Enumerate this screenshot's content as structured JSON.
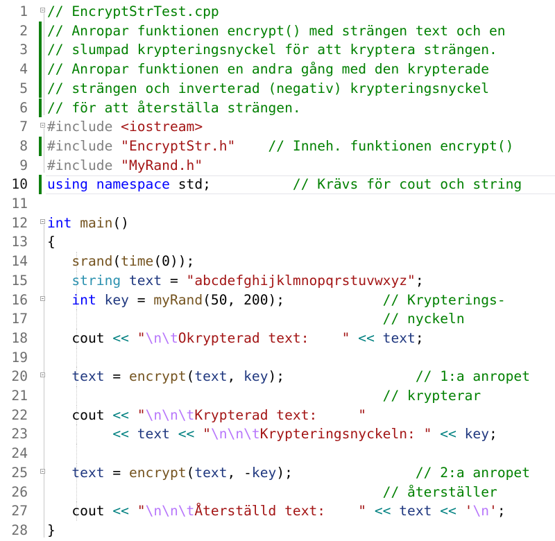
{
  "editor": {
    "filename": "EncryptStrTest.cpp",
    "current_line": 10,
    "colors": {
      "comment": "#008000",
      "keyword": "#0000ff",
      "type": "#2b91af",
      "function": "#74531f",
      "variable": "#1f377f",
      "string": "#a31515",
      "escape": "#b776fb",
      "operator": "#008080",
      "changebar": "#108010"
    },
    "lines": [
      {
        "n": "1",
        "tokens": [
          {
            "t": "// EncryptStrTest.cpp",
            "c": "comment"
          }
        ]
      },
      {
        "n": "2",
        "tokens": [
          {
            "t": "// Anropar funktionen encrypt() med strängen text och en",
            "c": "comment"
          }
        ]
      },
      {
        "n": "3",
        "tokens": [
          {
            "t": "// slumpad krypteringsnyckel för att kryptera strängen.",
            "c": "comment"
          }
        ]
      },
      {
        "n": "4",
        "tokens": [
          {
            "t": "// Anropar funktionen en andra gång med den krypterade",
            "c": "comment"
          }
        ]
      },
      {
        "n": "5",
        "tokens": [
          {
            "t": "// strängen och inverterad (negativ) krypteringsnyckel",
            "c": "comment"
          }
        ]
      },
      {
        "n": "6",
        "tokens": [
          {
            "t": "// för att återställa strängen.",
            "c": "comment"
          }
        ]
      },
      {
        "n": "7",
        "tokens": [
          {
            "t": "#include ",
            "c": "pre"
          },
          {
            "t": "<iostream>",
            "c": "incl"
          }
        ]
      },
      {
        "n": "8",
        "tokens": [
          {
            "t": "#include ",
            "c": "pre"
          },
          {
            "t": "\"EncryptStr.h\"",
            "c": "incl"
          },
          {
            "t": "    ",
            "c": "plain"
          },
          {
            "t": "// Inneh. funktionen encrypt()",
            "c": "comment"
          }
        ]
      },
      {
        "n": "9",
        "tokens": [
          {
            "t": "#include ",
            "c": "pre"
          },
          {
            "t": "\"MyRand.h\"",
            "c": "incl"
          }
        ]
      },
      {
        "n": "10",
        "tokens": [
          {
            "t": "using",
            "c": "kw"
          },
          {
            "t": " ",
            "c": "plain"
          },
          {
            "t": "namespace",
            "c": "kw"
          },
          {
            "t": " std;          ",
            "c": "plain"
          },
          {
            "t": "// Krävs för cout och string",
            "c": "comment"
          }
        ]
      },
      {
        "n": "11",
        "tokens": []
      },
      {
        "n": "12",
        "tokens": [
          {
            "t": "int",
            "c": "kw"
          },
          {
            "t": " ",
            "c": "plain"
          },
          {
            "t": "main",
            "c": "fn"
          },
          {
            "t": "()",
            "c": "plain"
          }
        ]
      },
      {
        "n": "13",
        "tokens": [
          {
            "t": "{",
            "c": "plain"
          }
        ]
      },
      {
        "n": "14",
        "tokens": [
          {
            "t": "   ",
            "c": "plain"
          },
          {
            "t": "srand",
            "c": "fn"
          },
          {
            "t": "(",
            "c": "plain"
          },
          {
            "t": "time",
            "c": "fn"
          },
          {
            "t": "(0));",
            "c": "plain"
          }
        ]
      },
      {
        "n": "15",
        "tokens": [
          {
            "t": "   ",
            "c": "plain"
          },
          {
            "t": "string",
            "c": "type"
          },
          {
            "t": " ",
            "c": "plain"
          },
          {
            "t": "text",
            "c": "var"
          },
          {
            "t": " = ",
            "c": "plain"
          },
          {
            "t": "\"abcdefghijklmnopqrstuvwxyz\"",
            "c": "str"
          },
          {
            "t": ";",
            "c": "plain"
          }
        ]
      },
      {
        "n": "16",
        "tokens": [
          {
            "t": "   ",
            "c": "plain"
          },
          {
            "t": "int",
            "c": "kw"
          },
          {
            "t": " ",
            "c": "plain"
          },
          {
            "t": "key",
            "c": "var"
          },
          {
            "t": " = ",
            "c": "plain"
          },
          {
            "t": "myRand",
            "c": "fn"
          },
          {
            "t": "(50, 200);            ",
            "c": "plain"
          },
          {
            "t": "// Krypterings-",
            "c": "comment"
          }
        ]
      },
      {
        "n": "17",
        "tokens": [
          {
            "t": "                                         ",
            "c": "plain"
          },
          {
            "t": "// nyckeln",
            "c": "comment"
          }
        ]
      },
      {
        "n": "18",
        "tokens": [
          {
            "t": "   cout ",
            "c": "plain"
          },
          {
            "t": "<<",
            "c": "op"
          },
          {
            "t": " ",
            "c": "plain"
          },
          {
            "t": "\"",
            "c": "str"
          },
          {
            "t": "\\n\\t",
            "c": "esc"
          },
          {
            "t": "Okrypterad text:    \"",
            "c": "str"
          },
          {
            "t": " ",
            "c": "plain"
          },
          {
            "t": "<<",
            "c": "op"
          },
          {
            "t": " ",
            "c": "plain"
          },
          {
            "t": "text",
            "c": "var"
          },
          {
            "t": ";",
            "c": "plain"
          }
        ]
      },
      {
        "n": "19",
        "tokens": []
      },
      {
        "n": "20",
        "tokens": [
          {
            "t": "   ",
            "c": "plain"
          },
          {
            "t": "text",
            "c": "var"
          },
          {
            "t": " = ",
            "c": "plain"
          },
          {
            "t": "encrypt",
            "c": "fn"
          },
          {
            "t": "(",
            "c": "plain"
          },
          {
            "t": "text",
            "c": "var"
          },
          {
            "t": ", ",
            "c": "plain"
          },
          {
            "t": "key",
            "c": "var"
          },
          {
            "t": ");                ",
            "c": "plain"
          },
          {
            "t": "// 1:a anropet",
            "c": "comment"
          }
        ]
      },
      {
        "n": "21",
        "tokens": [
          {
            "t": "                                         ",
            "c": "plain"
          },
          {
            "t": "// krypterar",
            "c": "comment"
          }
        ]
      },
      {
        "n": "22",
        "tokens": [
          {
            "t": "   cout ",
            "c": "plain"
          },
          {
            "t": "<<",
            "c": "op"
          },
          {
            "t": " ",
            "c": "plain"
          },
          {
            "t": "\"",
            "c": "str"
          },
          {
            "t": "\\n\\n\\t",
            "c": "esc"
          },
          {
            "t": "Krypterad text:     \"",
            "c": "str"
          }
        ]
      },
      {
        "n": "23",
        "tokens": [
          {
            "t": "        ",
            "c": "plain"
          },
          {
            "t": "<<",
            "c": "op"
          },
          {
            "t": " ",
            "c": "plain"
          },
          {
            "t": "text",
            "c": "var"
          },
          {
            "t": " ",
            "c": "plain"
          },
          {
            "t": "<<",
            "c": "op"
          },
          {
            "t": " ",
            "c": "plain"
          },
          {
            "t": "\"",
            "c": "str"
          },
          {
            "t": "\\n\\n\\t",
            "c": "esc"
          },
          {
            "t": "Krypteringsnyckeln: \"",
            "c": "str"
          },
          {
            "t": " ",
            "c": "plain"
          },
          {
            "t": "<<",
            "c": "op"
          },
          {
            "t": " ",
            "c": "plain"
          },
          {
            "t": "key",
            "c": "var"
          },
          {
            "t": ";",
            "c": "plain"
          }
        ]
      },
      {
        "n": "24",
        "tokens": []
      },
      {
        "n": "25",
        "tokens": [
          {
            "t": "   ",
            "c": "plain"
          },
          {
            "t": "text",
            "c": "var"
          },
          {
            "t": " = ",
            "c": "plain"
          },
          {
            "t": "encrypt",
            "c": "fn"
          },
          {
            "t": "(",
            "c": "plain"
          },
          {
            "t": "text",
            "c": "var"
          },
          {
            "t": ", -",
            "c": "plain"
          },
          {
            "t": "key",
            "c": "var"
          },
          {
            "t": ");               ",
            "c": "plain"
          },
          {
            "t": "// 2:a anropet",
            "c": "comment"
          }
        ]
      },
      {
        "n": "26",
        "tokens": [
          {
            "t": "                                         ",
            "c": "plain"
          },
          {
            "t": "// återställer",
            "c": "comment"
          }
        ]
      },
      {
        "n": "27",
        "tokens": [
          {
            "t": "   cout ",
            "c": "plain"
          },
          {
            "t": "<<",
            "c": "op"
          },
          {
            "t": " ",
            "c": "plain"
          },
          {
            "t": "\"",
            "c": "str"
          },
          {
            "t": "\\n\\n\\t",
            "c": "esc"
          },
          {
            "t": "Återställd text:    \"",
            "c": "str"
          },
          {
            "t": " ",
            "c": "plain"
          },
          {
            "t": "<<",
            "c": "op"
          },
          {
            "t": " ",
            "c": "plain"
          },
          {
            "t": "text",
            "c": "var"
          },
          {
            "t": " ",
            "c": "plain"
          },
          {
            "t": "<<",
            "c": "op"
          },
          {
            "t": " ",
            "c": "plain"
          },
          {
            "t": "'",
            "c": "str"
          },
          {
            "t": "\\n",
            "c": "esc"
          },
          {
            "t": "'",
            "c": "str"
          },
          {
            "t": ";",
            "c": "plain"
          }
        ]
      },
      {
        "n": "28",
        "tokens": [
          {
            "t": "}",
            "c": "plain"
          }
        ]
      }
    ],
    "changed_lines": [
      2,
      3,
      4,
      5,
      6,
      8,
      10
    ],
    "fold_markers": [
      1,
      7,
      12,
      16,
      20,
      25
    ],
    "indent_guide_lines": [
      14,
      15,
      16,
      17,
      18,
      19,
      20,
      21,
      22,
      23,
      24,
      25,
      26,
      27
    ]
  }
}
